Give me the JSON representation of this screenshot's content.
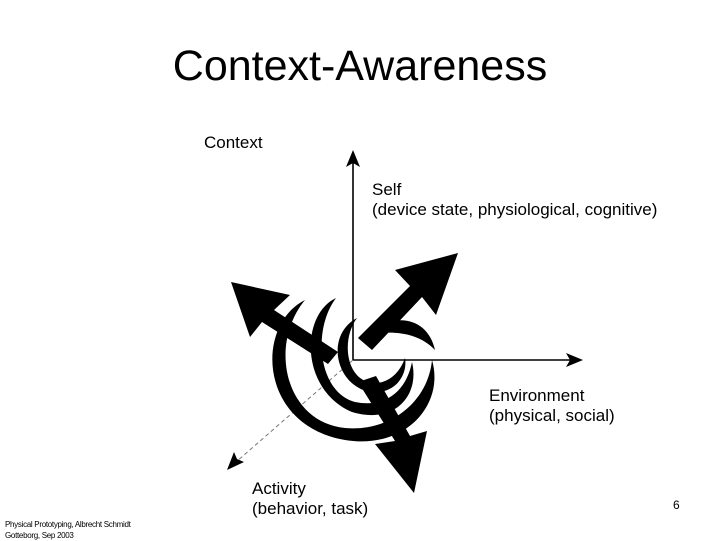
{
  "slide": {
    "title": "Context-Awareness"
  },
  "diagram": {
    "context_label": "Context",
    "self_label": "Self",
    "self_detail": "(device state, physiological, cognitive)",
    "environment_label": "Environment",
    "environment_detail": "(physical, social)",
    "activity_label": "Activity",
    "activity_detail": "(behavior, task)"
  },
  "footer": {
    "line1": "Physical Prototyping, Albrecht Schmidt",
    "line2": "Gotteborg, Sep 2003"
  },
  "page_number": "6"
}
